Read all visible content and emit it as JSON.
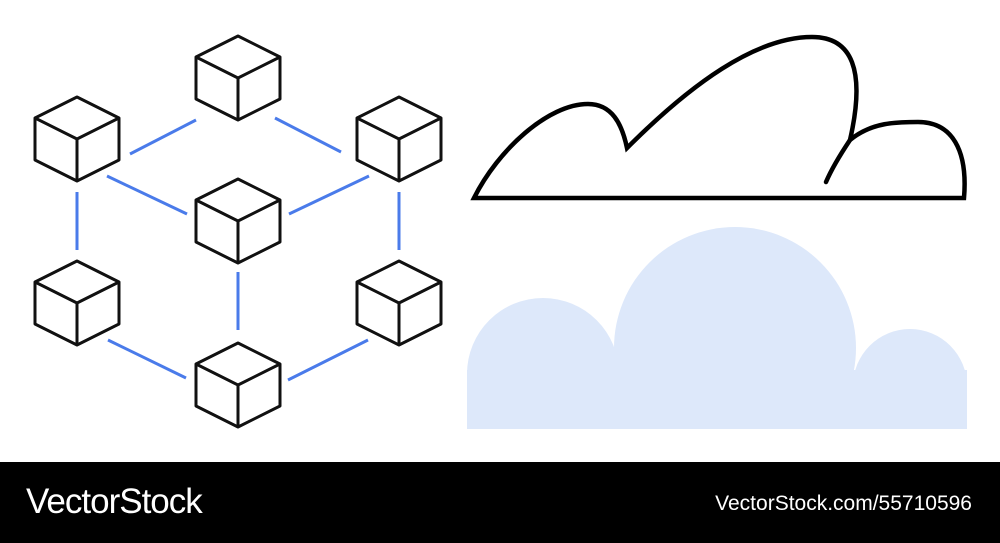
{
  "footer": {
    "logo_text": "VectorStock",
    "image_id": "VectorStock.com/55710596"
  },
  "illustration": {
    "left_graphic": "cube-network",
    "right_graphic": "clouds",
    "colors": {
      "cube_stroke": "#111111",
      "connector_line": "#4a7bea",
      "cloud_outline": "#000000",
      "cloud_fill": "#dde8fa",
      "footer_background": "#000000",
      "footer_text": "#ffffff"
    }
  }
}
